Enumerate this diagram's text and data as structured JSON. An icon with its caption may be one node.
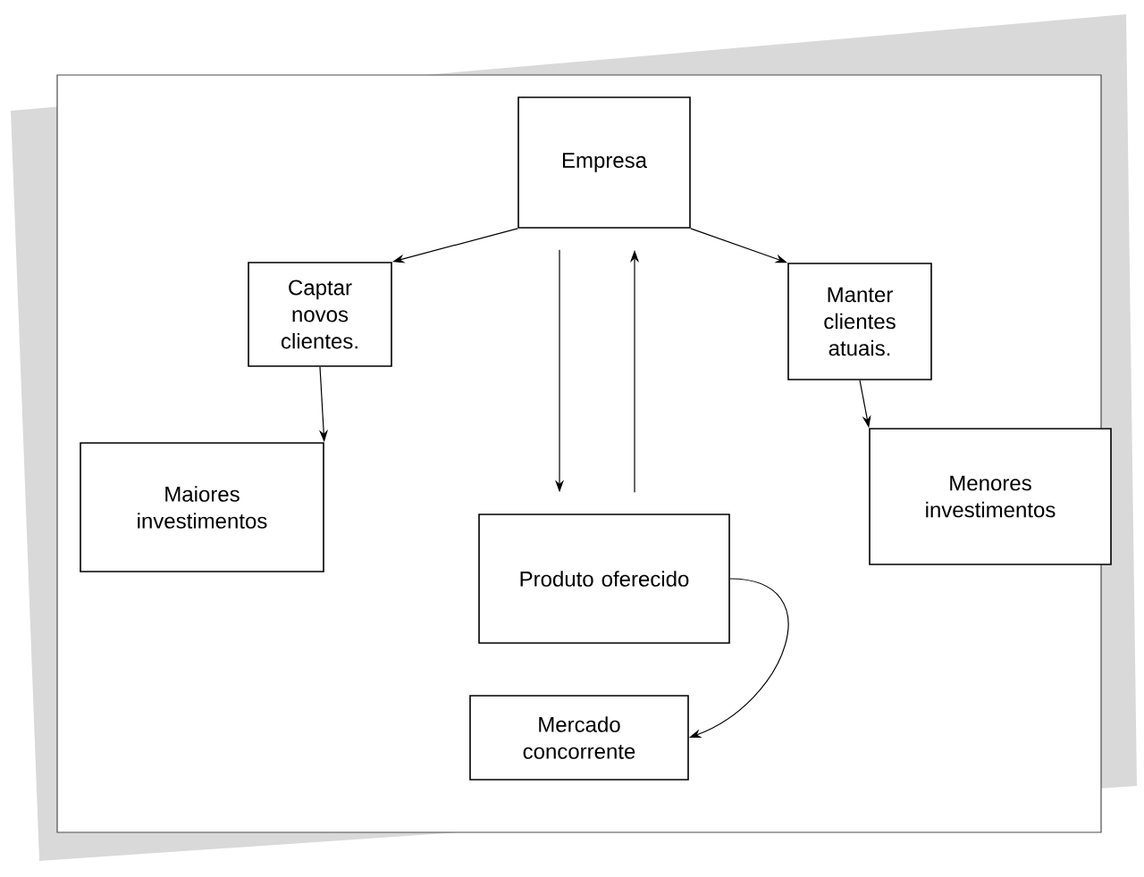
{
  "diagram": {
    "nodes": [
      {
        "text": [
          "Empresa"
        ]
      },
      {
        "text": [
          "Captar novos clientes."
        ]
      },
      {
        "text": [
          "Manter clientes atuais."
        ]
      },
      {
        "text": [
          "Maiores investimentos"
        ]
      },
      {
        "text": [
          "Produto oferecido"
        ]
      },
      {
        "text": [
          "Menores investimentos"
        ]
      },
      {
        "text": [
          "Mercado concorrente"
        ]
      }
    ],
    "edges": [
      {
        "from": 0,
        "to": 1,
        "arrow": "to"
      },
      {
        "from": 0,
        "to": 2,
        "arrow": "to"
      },
      {
        "from": 1,
        "to": 3,
        "arrow": "to"
      },
      {
        "from": 2,
        "to": 5,
        "arrow": "to"
      },
      {
        "from": 0,
        "to": 4,
        "arrow": "to"
      },
      {
        "from": 4,
        "to": 0,
        "arrow": "to"
      },
      {
        "from": 4,
        "to": 6,
        "arrow": "to"
      }
    ]
  }
}
